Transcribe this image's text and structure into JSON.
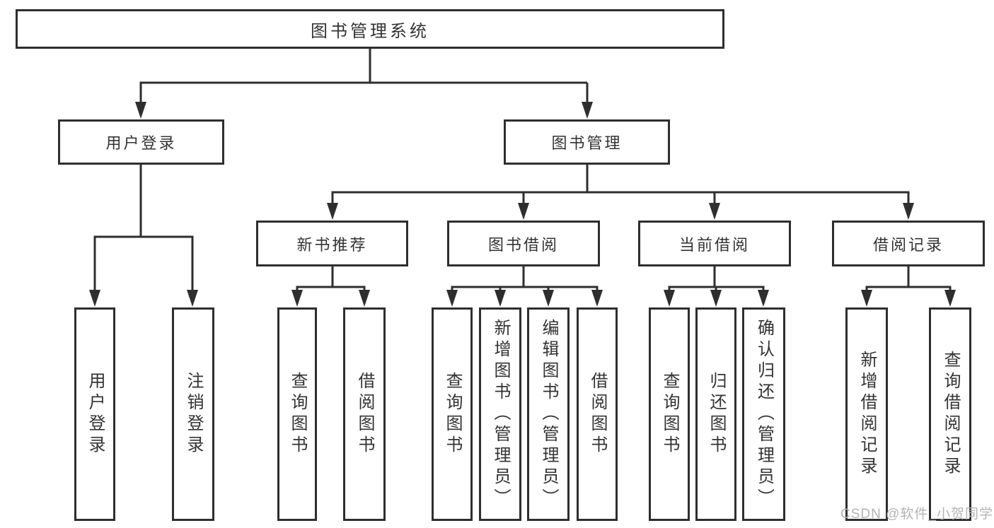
{
  "tree": {
    "root": {
      "label": "图书管理系统"
    },
    "branches": [
      {
        "label": "用户登录",
        "children": [
          {
            "label": "用户登录"
          },
          {
            "label": "注销登录"
          }
        ]
      },
      {
        "label": "图书管理",
        "children": [
          {
            "label": "新书推荐",
            "children": [
              {
                "label": "查询图书"
              },
              {
                "label": "借阅图书"
              }
            ]
          },
          {
            "label": "图书借阅",
            "children": [
              {
                "label": "查询图书"
              },
              {
                "label": "新增图书（管理员）"
              },
              {
                "label": "编辑图书（管理员）"
              },
              {
                "label": "借阅图书"
              }
            ]
          },
          {
            "label": "当前借阅",
            "children": [
              {
                "label": "查询图书"
              },
              {
                "label": "归还图书"
              },
              {
                "label": "确认归还（管理员）"
              }
            ]
          },
          {
            "label": "借阅记录",
            "children": [
              {
                "label": "新增借阅记录"
              },
              {
                "label": "查询借阅记录"
              }
            ]
          }
        ]
      }
    ]
  },
  "watermark": "CSDN @软件_小贺同学",
  "colors": {
    "line": "#2e2e2e",
    "border": "#2e2e2e",
    "text": "#333333",
    "background": "#ffffff",
    "watermark": "#b3b3b3"
  }
}
